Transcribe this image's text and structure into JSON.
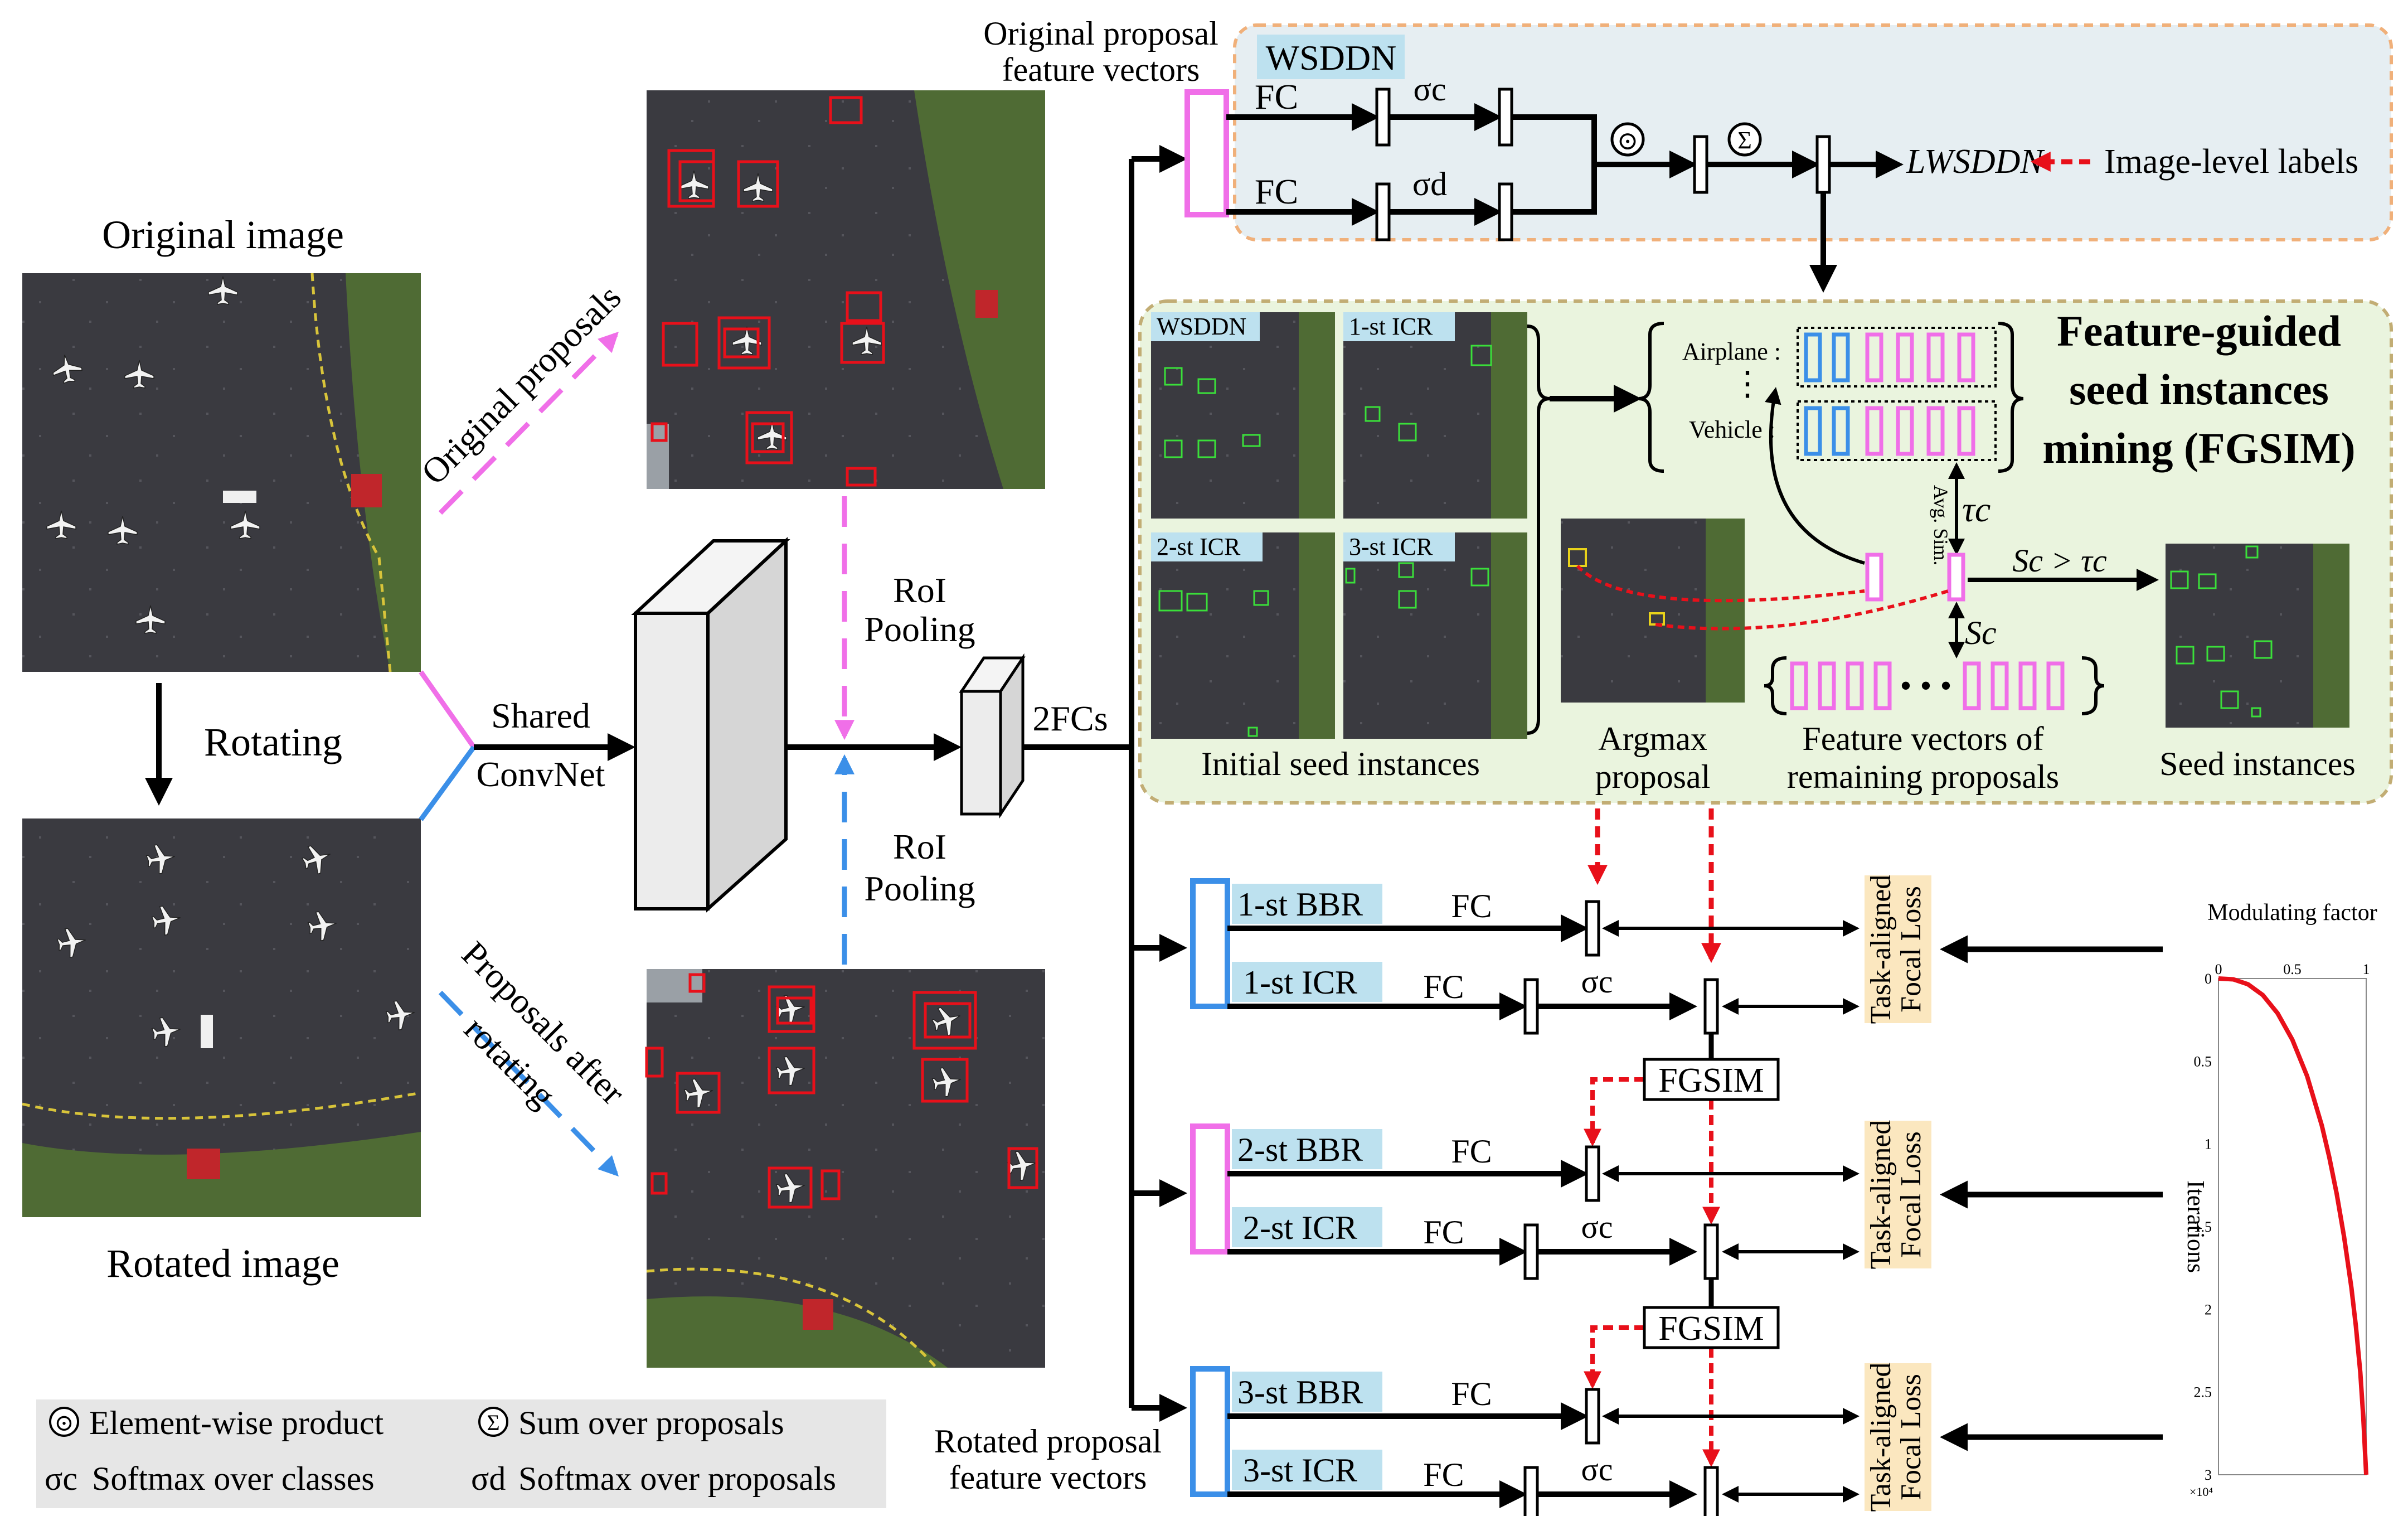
{
  "colors": {
    "magenta": "#f06fe8",
    "blue": "#3b8fe8",
    "red": "#e8101a",
    "black": "#000000",
    "wsddn_box_bg": "#e6eef2",
    "fgsim_box_bg": "#eaf4de",
    "dash_orange": "#f0b07a",
    "dash_brown": "#c2ad74",
    "label_blue": "#bde1ef",
    "loss_bg": "#fbe7bf",
    "legend_bg": "#e6e6e6",
    "runway": "#3a3a40",
    "grass": "#4f6b34",
    "box_red": "#e8101a",
    "box_green": "#3ae03a"
  },
  "images": {
    "original_title": "Original image",
    "rotated_title": "Rotated image",
    "rotating": "Rotating",
    "original_proposals": "Original proposals",
    "proposals_after_rotating_1": "Proposals after",
    "proposals_after_rotating_2": "rotating"
  },
  "convnet": {
    "shared": "Shared",
    "convnet": "ConvNet",
    "roi_top_1": "RoI",
    "roi_top_2": "Pooling",
    "roi_bottom_1": "RoI",
    "roi_bottom_2": "Pooling",
    "fcs": "2FCs"
  },
  "features": {
    "original_1": "Original proposal",
    "original_2": "feature vectors",
    "rotated_1": "Rotated proposal",
    "rotated_2": "feature vectors"
  },
  "wsddn": {
    "title": "WSDDN",
    "fc1": "FC",
    "fc2": "FC",
    "sigma_c": "σc",
    "sigma_d": "σd",
    "odot": "⊙",
    "sum": "Σ",
    "loss": "LWSDDN",
    "image_labels": "Image-level labels"
  },
  "fgsim": {
    "title_1": "Feature-guided",
    "title_2": "seed instances",
    "title_3": "mining (FGSIM)",
    "panel_wsddn": "WSDDN",
    "panel_icr1": "1-st ICR",
    "panel_icr2": "2-st ICR",
    "panel_icr3": "3-st ICR",
    "initial_seed": "Initial seed instances",
    "airplane": "Airplane :",
    "vehicle": "Vehicle :",
    "avg_sim": "Avg. Sim.",
    "tau": "τc",
    "s_gt_tau": "Sc > τc",
    "s_c": "Sc",
    "argmax_1": "Argmax",
    "argmax_2": "proposal",
    "remaining_1": "Feature vectors of",
    "remaining_2": "remaining proposals",
    "seed_instances": "Seed instances"
  },
  "stages": [
    {
      "bbr": "1-st BBR",
      "icr": "1-st ICR",
      "fc_top": "FC",
      "fc_bottom": "FC",
      "sigma": "σc",
      "loss_1": "Task-aligned",
      "loss_2": "Focal Loss"
    },
    {
      "bbr": "2-st BBR",
      "icr": "2-st ICR",
      "fc_top": "FC",
      "fc_bottom": "FC",
      "sigma": "σc",
      "loss_1": "Task-aligned",
      "loss_2": "Focal Loss"
    },
    {
      "bbr": "3-st BBR",
      "icr": "3-st ICR",
      "fc_top": "FC",
      "fc_bottom": "FC",
      "sigma": "σc",
      "loss_1": "Task-aligned",
      "loss_2": "Focal Loss"
    }
  ],
  "fgsim_box_1": "FGSIM",
  "fgsim_box_2": "FGSIM",
  "legend": {
    "odot_symbol": "⊙",
    "odot_text": "Element-wise product",
    "sum_symbol": "Σ",
    "sum_text": "Sum over proposals",
    "sc_symbol": "σc",
    "sc_text": "Softmax over classes",
    "sd_symbol": "σd",
    "sd_text": "Softmax over proposals"
  },
  "chart_data": {
    "type": "line",
    "title": "Modulating factor",
    "ylabel": "Iterations",
    "x_ticks": [
      "0",
      "0.5",
      "1"
    ],
    "y_ticks": [
      "0",
      "0.5",
      "1",
      "1.5",
      "2",
      "2.5",
      "3"
    ],
    "y_exponent": "×10⁴",
    "xlim": [
      0,
      1
    ],
    "ylim": [
      0,
      30000
    ],
    "y_reversed": true,
    "series": [
      {
        "x": [
          0,
          0.1,
          0.2,
          0.3,
          0.4,
          0.5,
          0.6,
          0.7,
          0.75,
          0.8,
          0.85,
          0.9,
          0.93,
          0.96,
          0.98,
          1.0
        ],
        "y": [
          0,
          50,
          350,
          1000,
          2100,
          3700,
          5900,
          8900,
          10800,
          13000,
          15600,
          18700,
          21000,
          23800,
          26500,
          30000
        ]
      }
    ]
  }
}
